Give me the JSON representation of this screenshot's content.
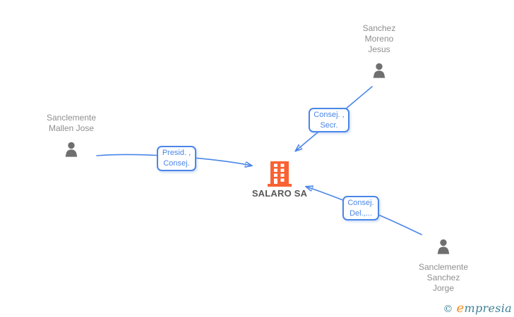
{
  "diagram": {
    "company": {
      "name": "SALARO SA"
    },
    "people": [
      {
        "name_lines": [
          "Sanchez",
          "Moreno",
          "Jesus"
        ]
      },
      {
        "name_lines": [
          "Sanclemente",
          "Mallen Jose"
        ]
      },
      {
        "name_lines": [
          "Sanclemente",
          "Sanchez",
          "Jorge"
        ]
      }
    ],
    "edges": [
      {
        "from": "Sanclemente Mallen Jose",
        "to": "SALARO SA",
        "label_lines": [
          "Presid. ,",
          "Consej."
        ]
      },
      {
        "from": "Sanchez Moreno Jesus",
        "to": "SALARO SA",
        "label_lines": [
          "Consej. ,",
          "Secr."
        ]
      },
      {
        "from": "Sanclemente Sanchez Jorge",
        "to": "SALARO SA",
        "label_lines": [
          "Consej.",
          "Del.,..."
        ]
      }
    ],
    "colors": {
      "edge_blue": "#4a86e8",
      "building_orange": "#f96232",
      "person_gray": "#6f6f6f",
      "name_gray": "#8f8f8f",
      "company_name_gray": "#57575a",
      "watermark_teal": "#3e8296",
      "watermark_orange": "#f29021"
    },
    "watermark": {
      "copyright_symbol": "©",
      "brand_initial": "e",
      "brand_rest": "mpresia"
    }
  }
}
